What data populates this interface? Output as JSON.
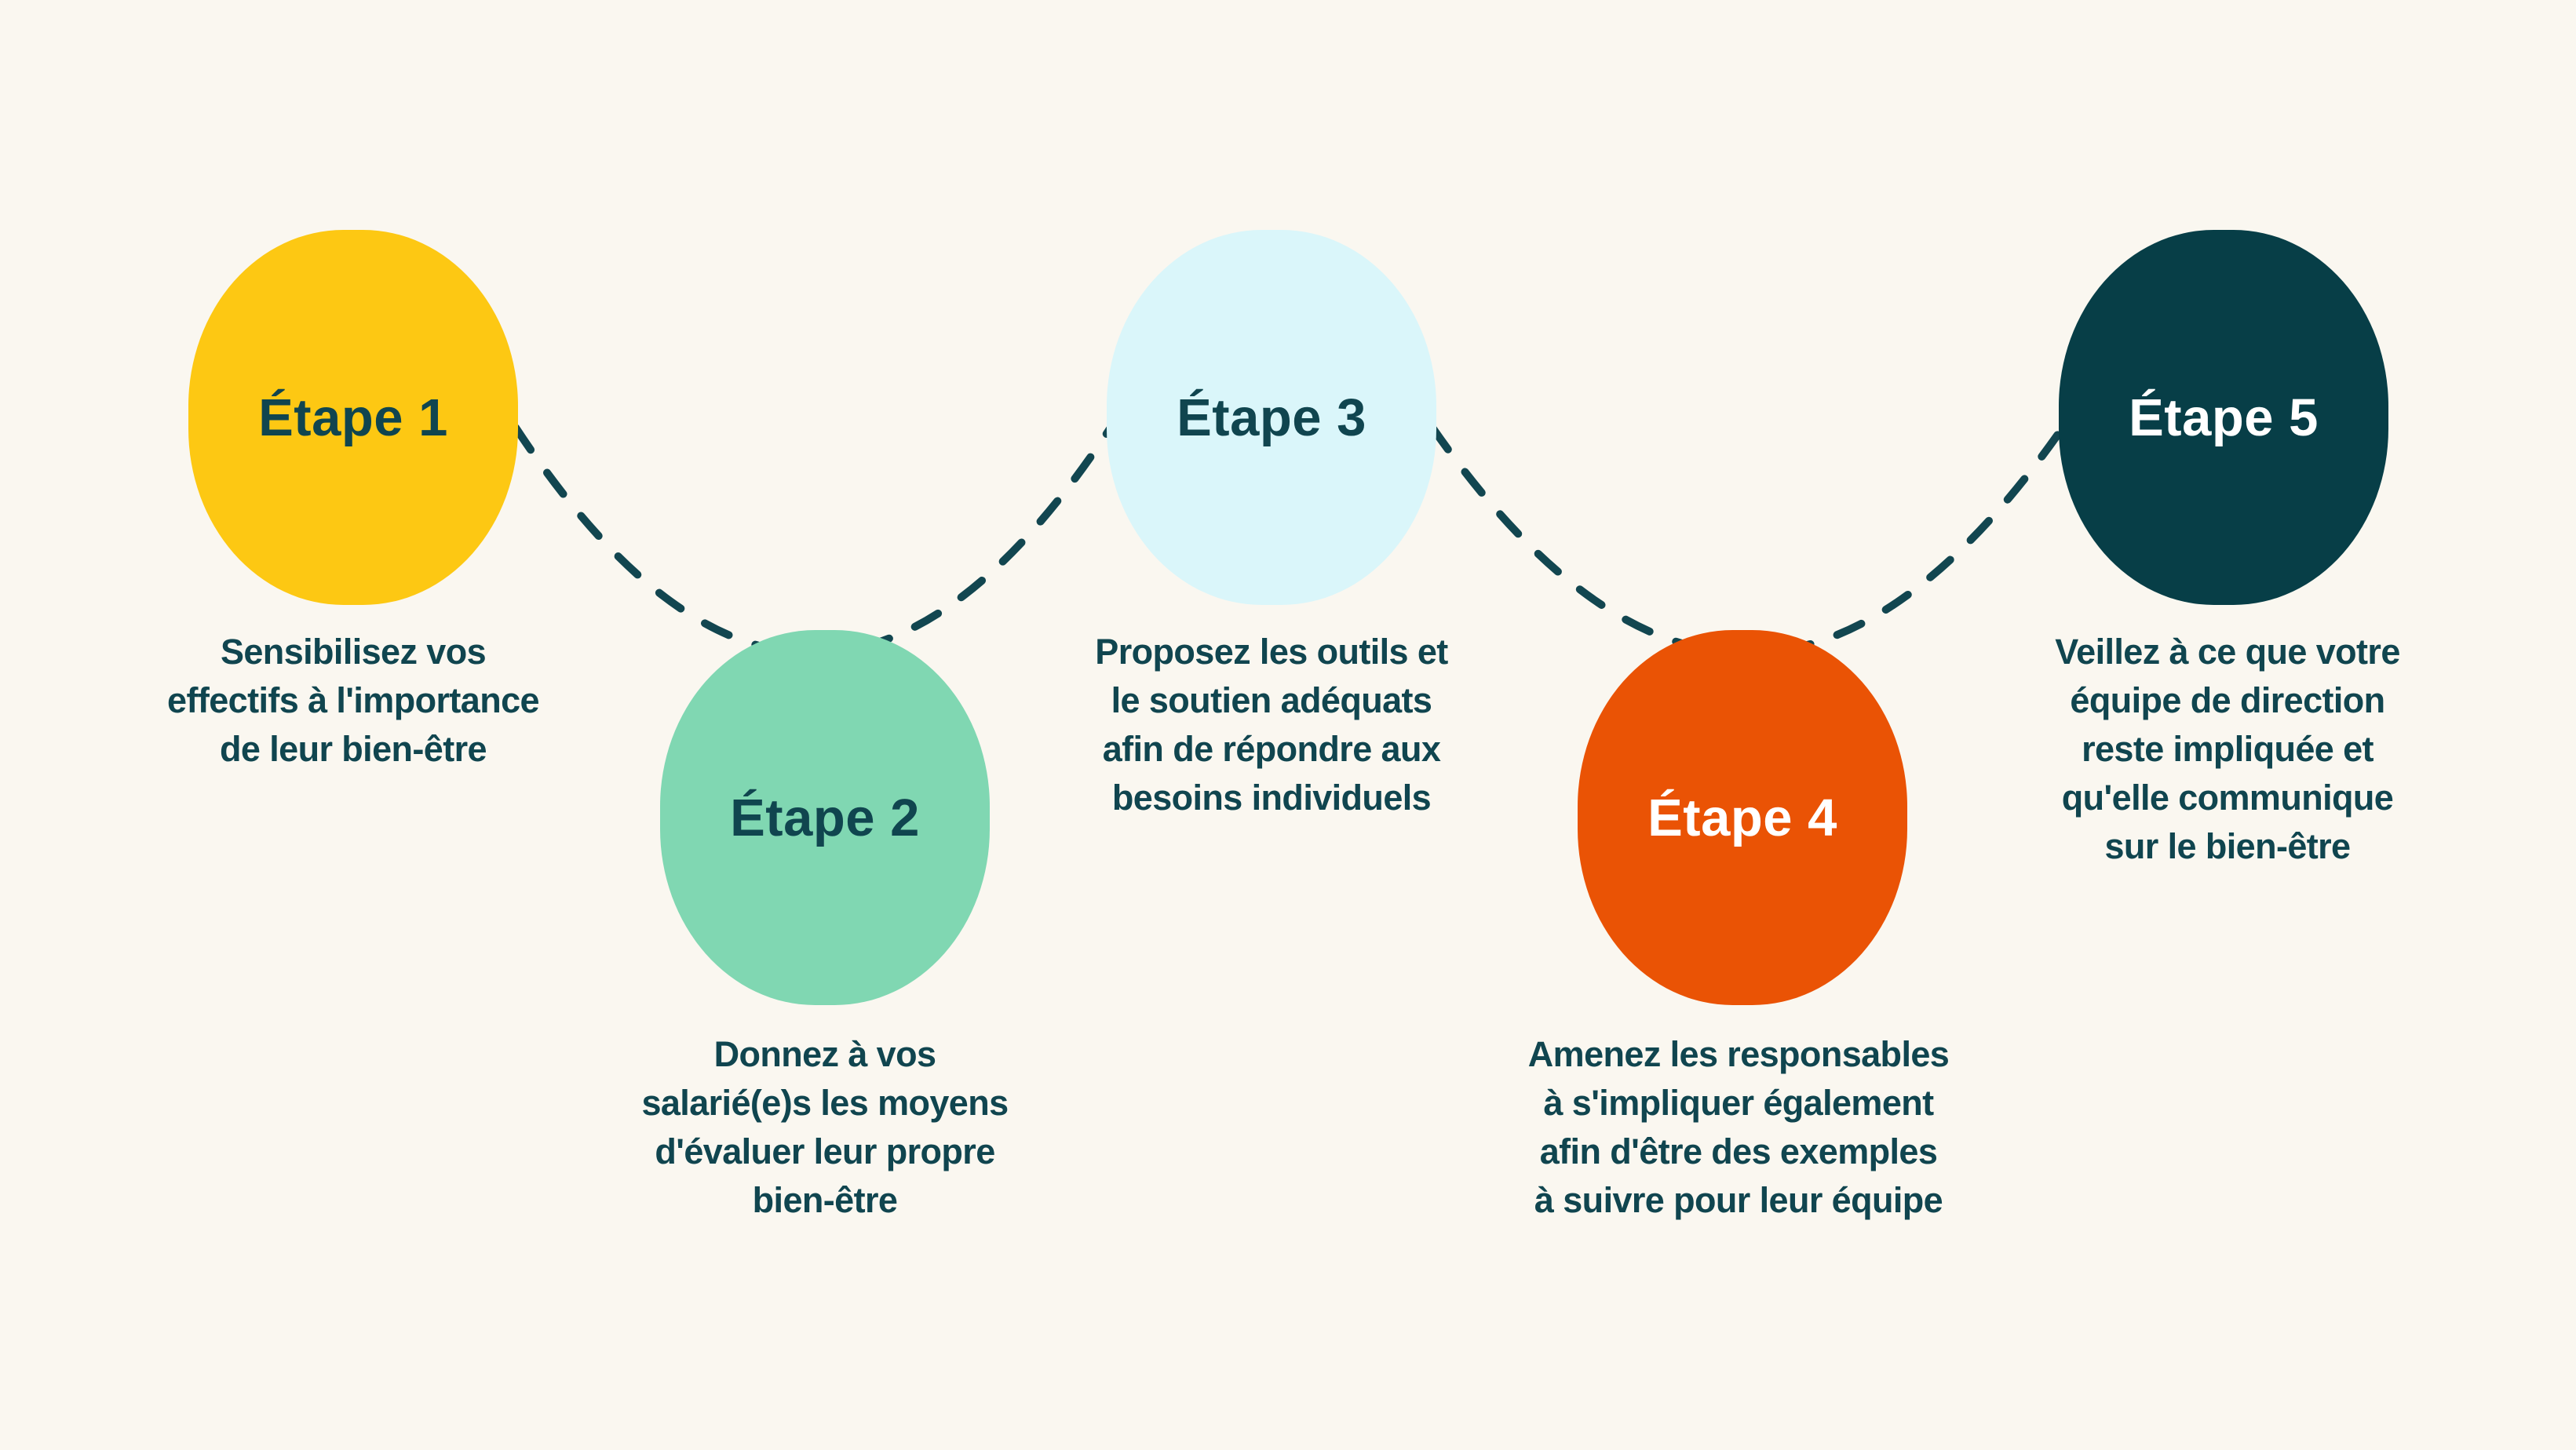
{
  "background_color": "#FAF7F0",
  "text_color": "#10454F",
  "connector": {
    "color": "#124650"
  },
  "steps": [
    {
      "label": "Étape 1",
      "blob_color": "#FDC813",
      "label_color": "#10454F",
      "description": "Sensibilisez vos\neffectifs à l'importance\nde leur bien-être"
    },
    {
      "label": "Étape 2",
      "blob_color": "#80D7B2",
      "label_color": "#10454F",
      "description": "Donnez à vos\nsalarié(e)s les moyens\nd'évaluer leur propre\nbien-être"
    },
    {
      "label": "Étape 3",
      "blob_color": "#DAF6FA",
      "label_color": "#10454F",
      "description": "Proposez les outils et\nle soutien adéquats\nafin de répondre aux\nbesoins individuels"
    },
    {
      "label": "Étape 4",
      "blob_color": "#EA5305",
      "label_color": "#FFFFFF",
      "description": "Amenez les responsables\nà s'impliquer également\nafin d'être des exemples\nà suivre pour leur équipe"
    },
    {
      "label": "Étape 5",
      "blob_color": "#073E47",
      "label_color": "#FFFFFF",
      "description": "Veillez à ce que votre\néquipe de direction\nreste impliquée et\nqu'elle communique\nsur le bien-être"
    }
  ]
}
